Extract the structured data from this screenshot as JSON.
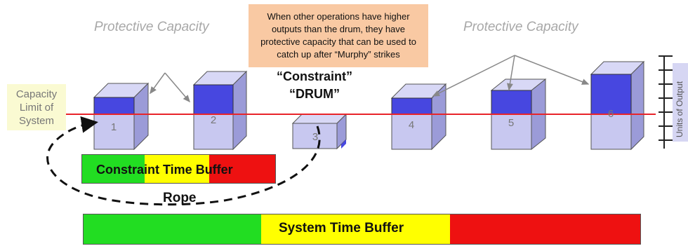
{
  "protective_capacity_left": "Protective Capacity",
  "protective_capacity_right": "Protective Capacity",
  "callout_text": "When other operations have higher outputs than the drum, they have protective capacity that can be used to catch up after “Murphy” strikes",
  "constraint_label": "“Constraint”",
  "drum_label": "“DRUM”",
  "capacity_limit_label": "Capacity Limit of System",
  "constraint_buffer_label": "Constraint Time Buffer",
  "rope_label": "Rope",
  "system_buffer_label": "System Time Buffer",
  "axis_label": "Units of Output",
  "operations": [
    "1",
    "2",
    "3",
    "4",
    "5",
    "6"
  ],
  "colors": {
    "capacity_line": "#e8242a",
    "cube_front": "#c8c8f0",
    "cube_fill": "#4747e0",
    "buffer_green": "#22dd22",
    "buffer_yellow": "#ffff00",
    "buffer_red": "#ee1111",
    "callout_bg": "#f9c9a3"
  }
}
